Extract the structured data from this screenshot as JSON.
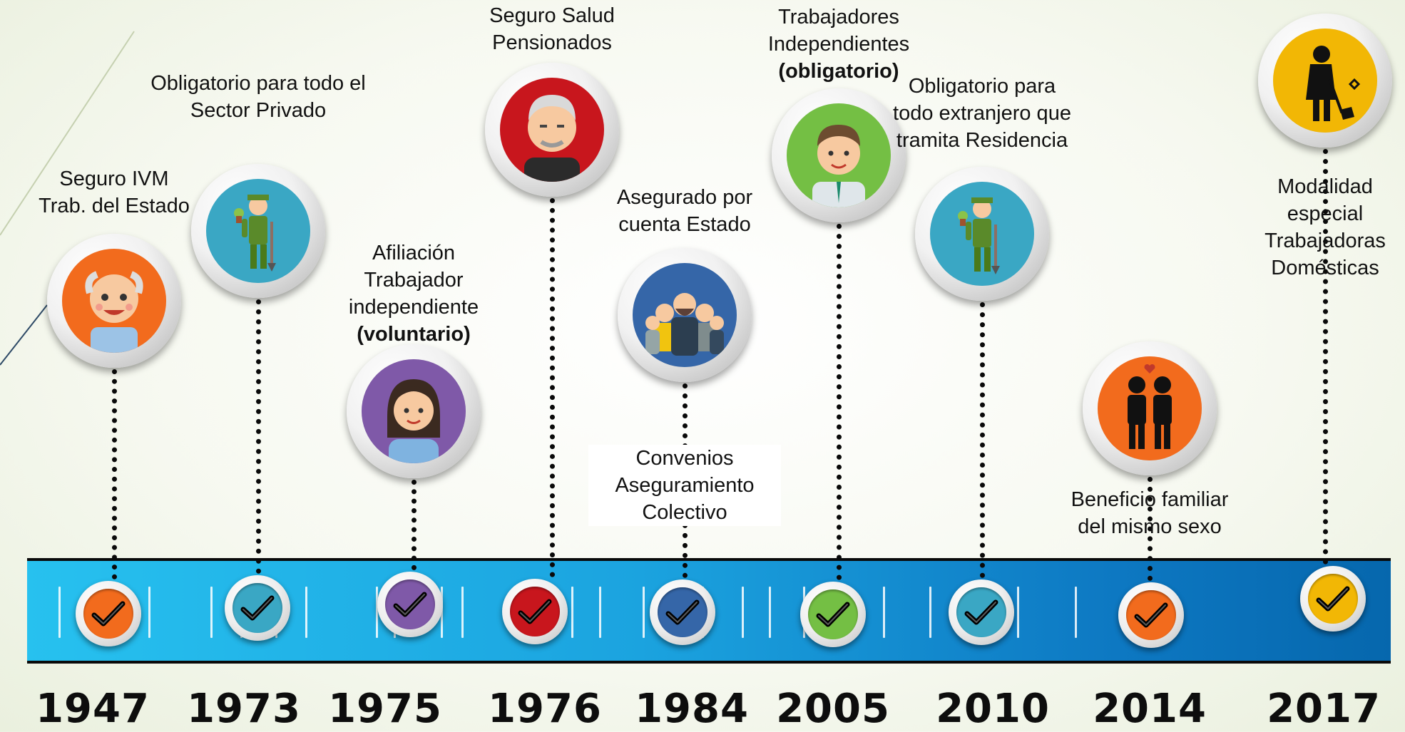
{
  "colors": {
    "orange": "#f26b1d",
    "teal": "#3aa7c4",
    "purple": "#7f59a8",
    "red": "#c8161d",
    "blue": "#3566a8",
    "green": "#74bf44",
    "yellow": "#f2b705",
    "bar_start": "#27c1ef",
    "bar_end": "#0667ad"
  },
  "milestones": [
    {
      "year": "1947",
      "label": [
        "Seguro IVM",
        "Trab. del Estado"
      ],
      "label_bold": "",
      "color": "orange",
      "avatar": "elderly-man-icon"
    },
    {
      "year": "1973",
      "label": [
        "Obligatorio para todo el",
        "Sector Privado"
      ],
      "label_bold": "",
      "color": "teal",
      "avatar": "gardener-icon"
    },
    {
      "year": "1975",
      "label": [
        "Afiliación",
        "Trabajador",
        "independiente"
      ],
      "label_bold": "(voluntario)",
      "color": "purple",
      "avatar": "woman-icon"
    },
    {
      "year": "1976",
      "label": [
        "Seguro Salud",
        "Pensionados"
      ],
      "label_bold": "",
      "color": "red",
      "avatar": "old-man-icon"
    },
    {
      "year": "1984",
      "label": [
        "Asegurado por",
        "cuenta Estado"
      ],
      "label_bold": "",
      "color": "blue",
      "avatar": "group-icon",
      "label2": [
        "Convenios",
        "Aseguramiento",
        "Colectivo"
      ]
    },
    {
      "year": "2005",
      "label": [
        "Trabajadores",
        "Independientes"
      ],
      "label_bold": "(obligatorio)",
      "color": "green",
      "avatar": "businessman-icon"
    },
    {
      "year": "2010",
      "label": [
        "Obligatorio para",
        "todo extranjero que",
        "tramita Residencia"
      ],
      "label_bold": "",
      "color": "teal",
      "avatar": "gardener-icon"
    },
    {
      "year": "2014",
      "label": [
        "Beneficio familiar",
        "del mismo sexo"
      ],
      "label_bold": "",
      "color": "orange",
      "avatar": "same-sex-couple-icon"
    },
    {
      "year": "2017",
      "label": [
        "Modalidad",
        "especial",
        "Trabajadoras",
        "Domésticas"
      ],
      "label_bold": "",
      "color": "yellow",
      "avatar": "domestic-worker-icon"
    }
  ]
}
